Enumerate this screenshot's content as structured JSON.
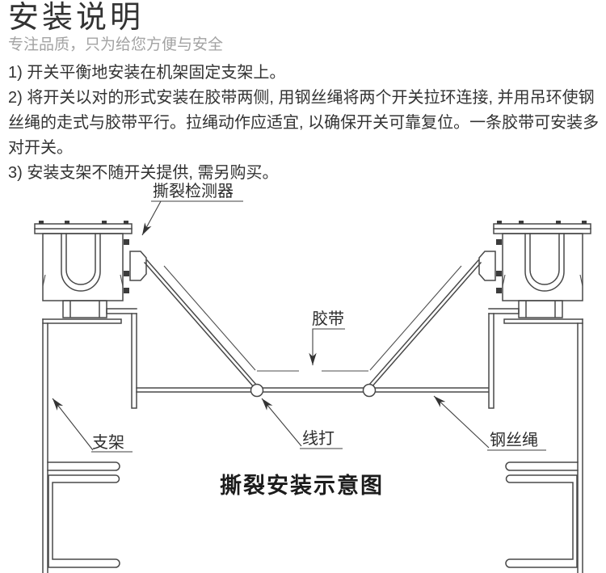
{
  "colors": {
    "line": "#484848",
    "text": "#333333",
    "subtitle": "#a3a3a3",
    "background": "#ffffff"
  },
  "header": {
    "title": "安装说明",
    "subtitle": "专注品质，只为给您方便与安全"
  },
  "instructions": [
    "1) 开关平衡地安装在机架固定支架上。",
    "2) 将开关以对的形式安装在胶带两侧, 用钢丝绳将两个开关拉环连接, 并用吊环使钢丝绳的走式与胶带平行。拉绳动作应适宜, 以确保开关可靠复位。一条胶带可安装多对开关。",
    "3) 安装支架不随开关提供, 需另购买。"
  ],
  "diagram": {
    "labels": {
      "detector": "撕裂检测器",
      "belt": "胶带",
      "bracket": "支架",
      "wire_clamp": "线打",
      "wire_rope": "钢丝绳"
    },
    "caption": "撕裂安装示意图"
  }
}
